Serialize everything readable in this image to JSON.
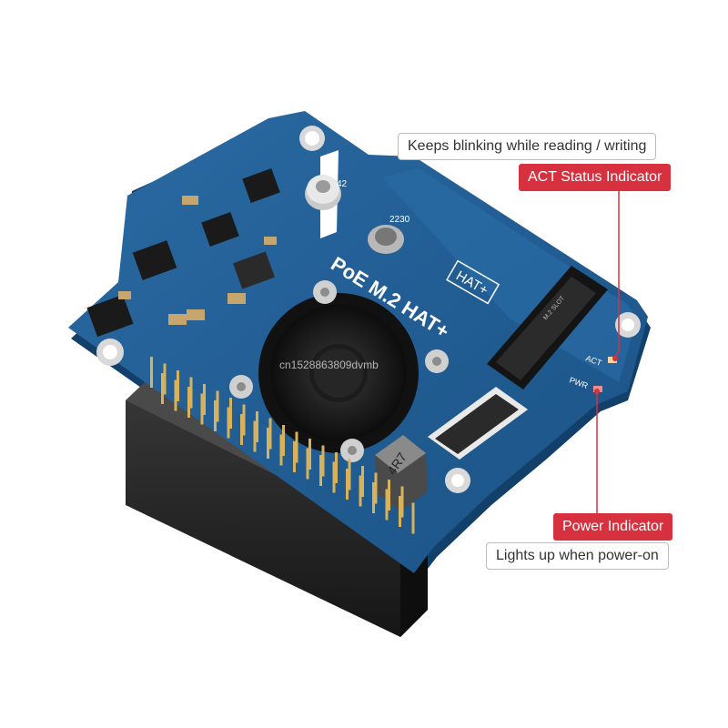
{
  "board": {
    "title": "PoE M.2 HAT+",
    "badge": "HAT+",
    "silkscreen_2230": "2230",
    "silkscreen_42": "42",
    "silkscreen_act": "ACT",
    "silkscreen_pwr": "PWR",
    "inductor_marking": "4R7",
    "slot_marking": "M.2 SLOT",
    "watermark": "cn1528863809dvmb"
  },
  "callouts": {
    "act": {
      "description": "Keeps blinking while reading / writing",
      "label": "ACT Status Indicator"
    },
    "pwr": {
      "label": "Power Indicator",
      "description": "Lights up when power-on"
    }
  },
  "colors": {
    "pcb": "#1f5d92",
    "pcb_dark": "#164a76",
    "accent_red": "#d7303e",
    "header": "#2a2a2a",
    "pin_gold": "#d8b25a"
  }
}
